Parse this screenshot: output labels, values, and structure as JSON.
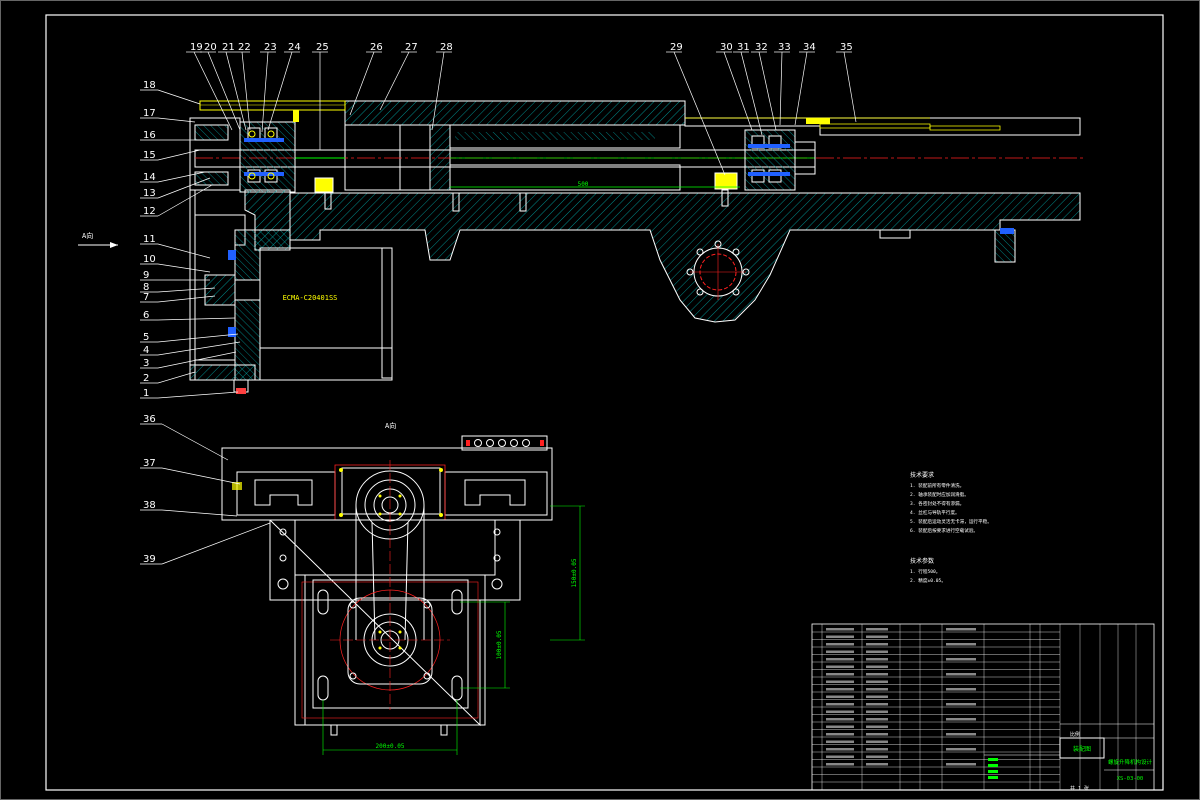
{
  "drawing": {
    "view_label": "A向",
    "view_arrow_label": "A向",
    "motor_label": "ECMA-C20401SS",
    "dim_horizontal_label": "500",
    "dim_vertical_right": "150±0.05",
    "dim_vertical_inner": "100±0.05",
    "dim_bottom": "200±0.05",
    "callouts_left": [
      "18",
      "17",
      "16",
      "15",
      "14",
      "13",
      "12",
      "11",
      "10",
      "9",
      "8",
      "7",
      "6",
      "5",
      "4",
      "3",
      "2",
      "1"
    ],
    "callouts_top": [
      "19",
      "20",
      "21",
      "22",
      "23",
      "24",
      "25",
      "26",
      "27",
      "28",
      "29",
      "30",
      "31",
      "32",
      "33",
      "34",
      "35"
    ],
    "callouts_lower_left": [
      "36",
      "37",
      "38",
      "39"
    ]
  },
  "notes": {
    "tech_title": "技术要求",
    "tech_lines": [
      "1. 装配前所有零件清洗。",
      "2. 轴承装配时应加润滑脂。",
      "3. 各密封处不得有渗漏。",
      "4. 丝杠与导轨平行度。",
      "5. 装配后运动灵活无卡滞，运行平稳。",
      "6. 装配后按要求进行空载试验。"
    ],
    "perf_title": "技术参数",
    "perf_lines": [
      "1. 行程500。",
      "2. 精度±0.05。"
    ]
  },
  "title_block": {
    "drawing_name": "螺旋升降机构设计",
    "drawing_number": "XS-03-00",
    "school": "装配图",
    "scale_label": "比例",
    "sheet_label": "共 1 张"
  },
  "colors": {
    "background": "#000000",
    "outline": "#ffffff",
    "hatch": "#00c0c0",
    "centerline": "#ff2020",
    "dimension": "#00ff00",
    "accent_yellow": "#ffff00",
    "accent_blue": "#2060ff",
    "green_text": "#00ff00"
  }
}
